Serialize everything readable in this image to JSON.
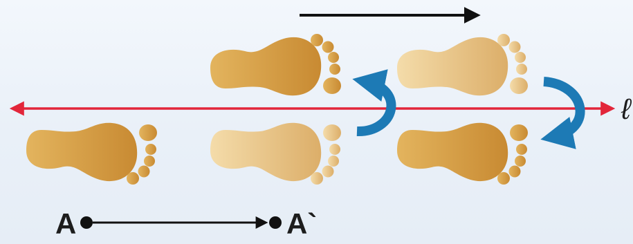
{
  "labels": {
    "point_start": "A",
    "point_end": "A`",
    "line": "ℓ"
  },
  "colors": {
    "background": "#eef3f9",
    "foot_dark": "#cf9a44",
    "foot_light": "#e9c88a",
    "mirror_line": "#e2263a",
    "rotate_arrow": "#1d7ab5",
    "direction_arrow": "#111111",
    "vector": "#111111"
  },
  "icons": [
    "footprint-dark",
    "footprint-light",
    "curved-reflect-arrow",
    "direction-arrow",
    "translation-vector"
  ]
}
